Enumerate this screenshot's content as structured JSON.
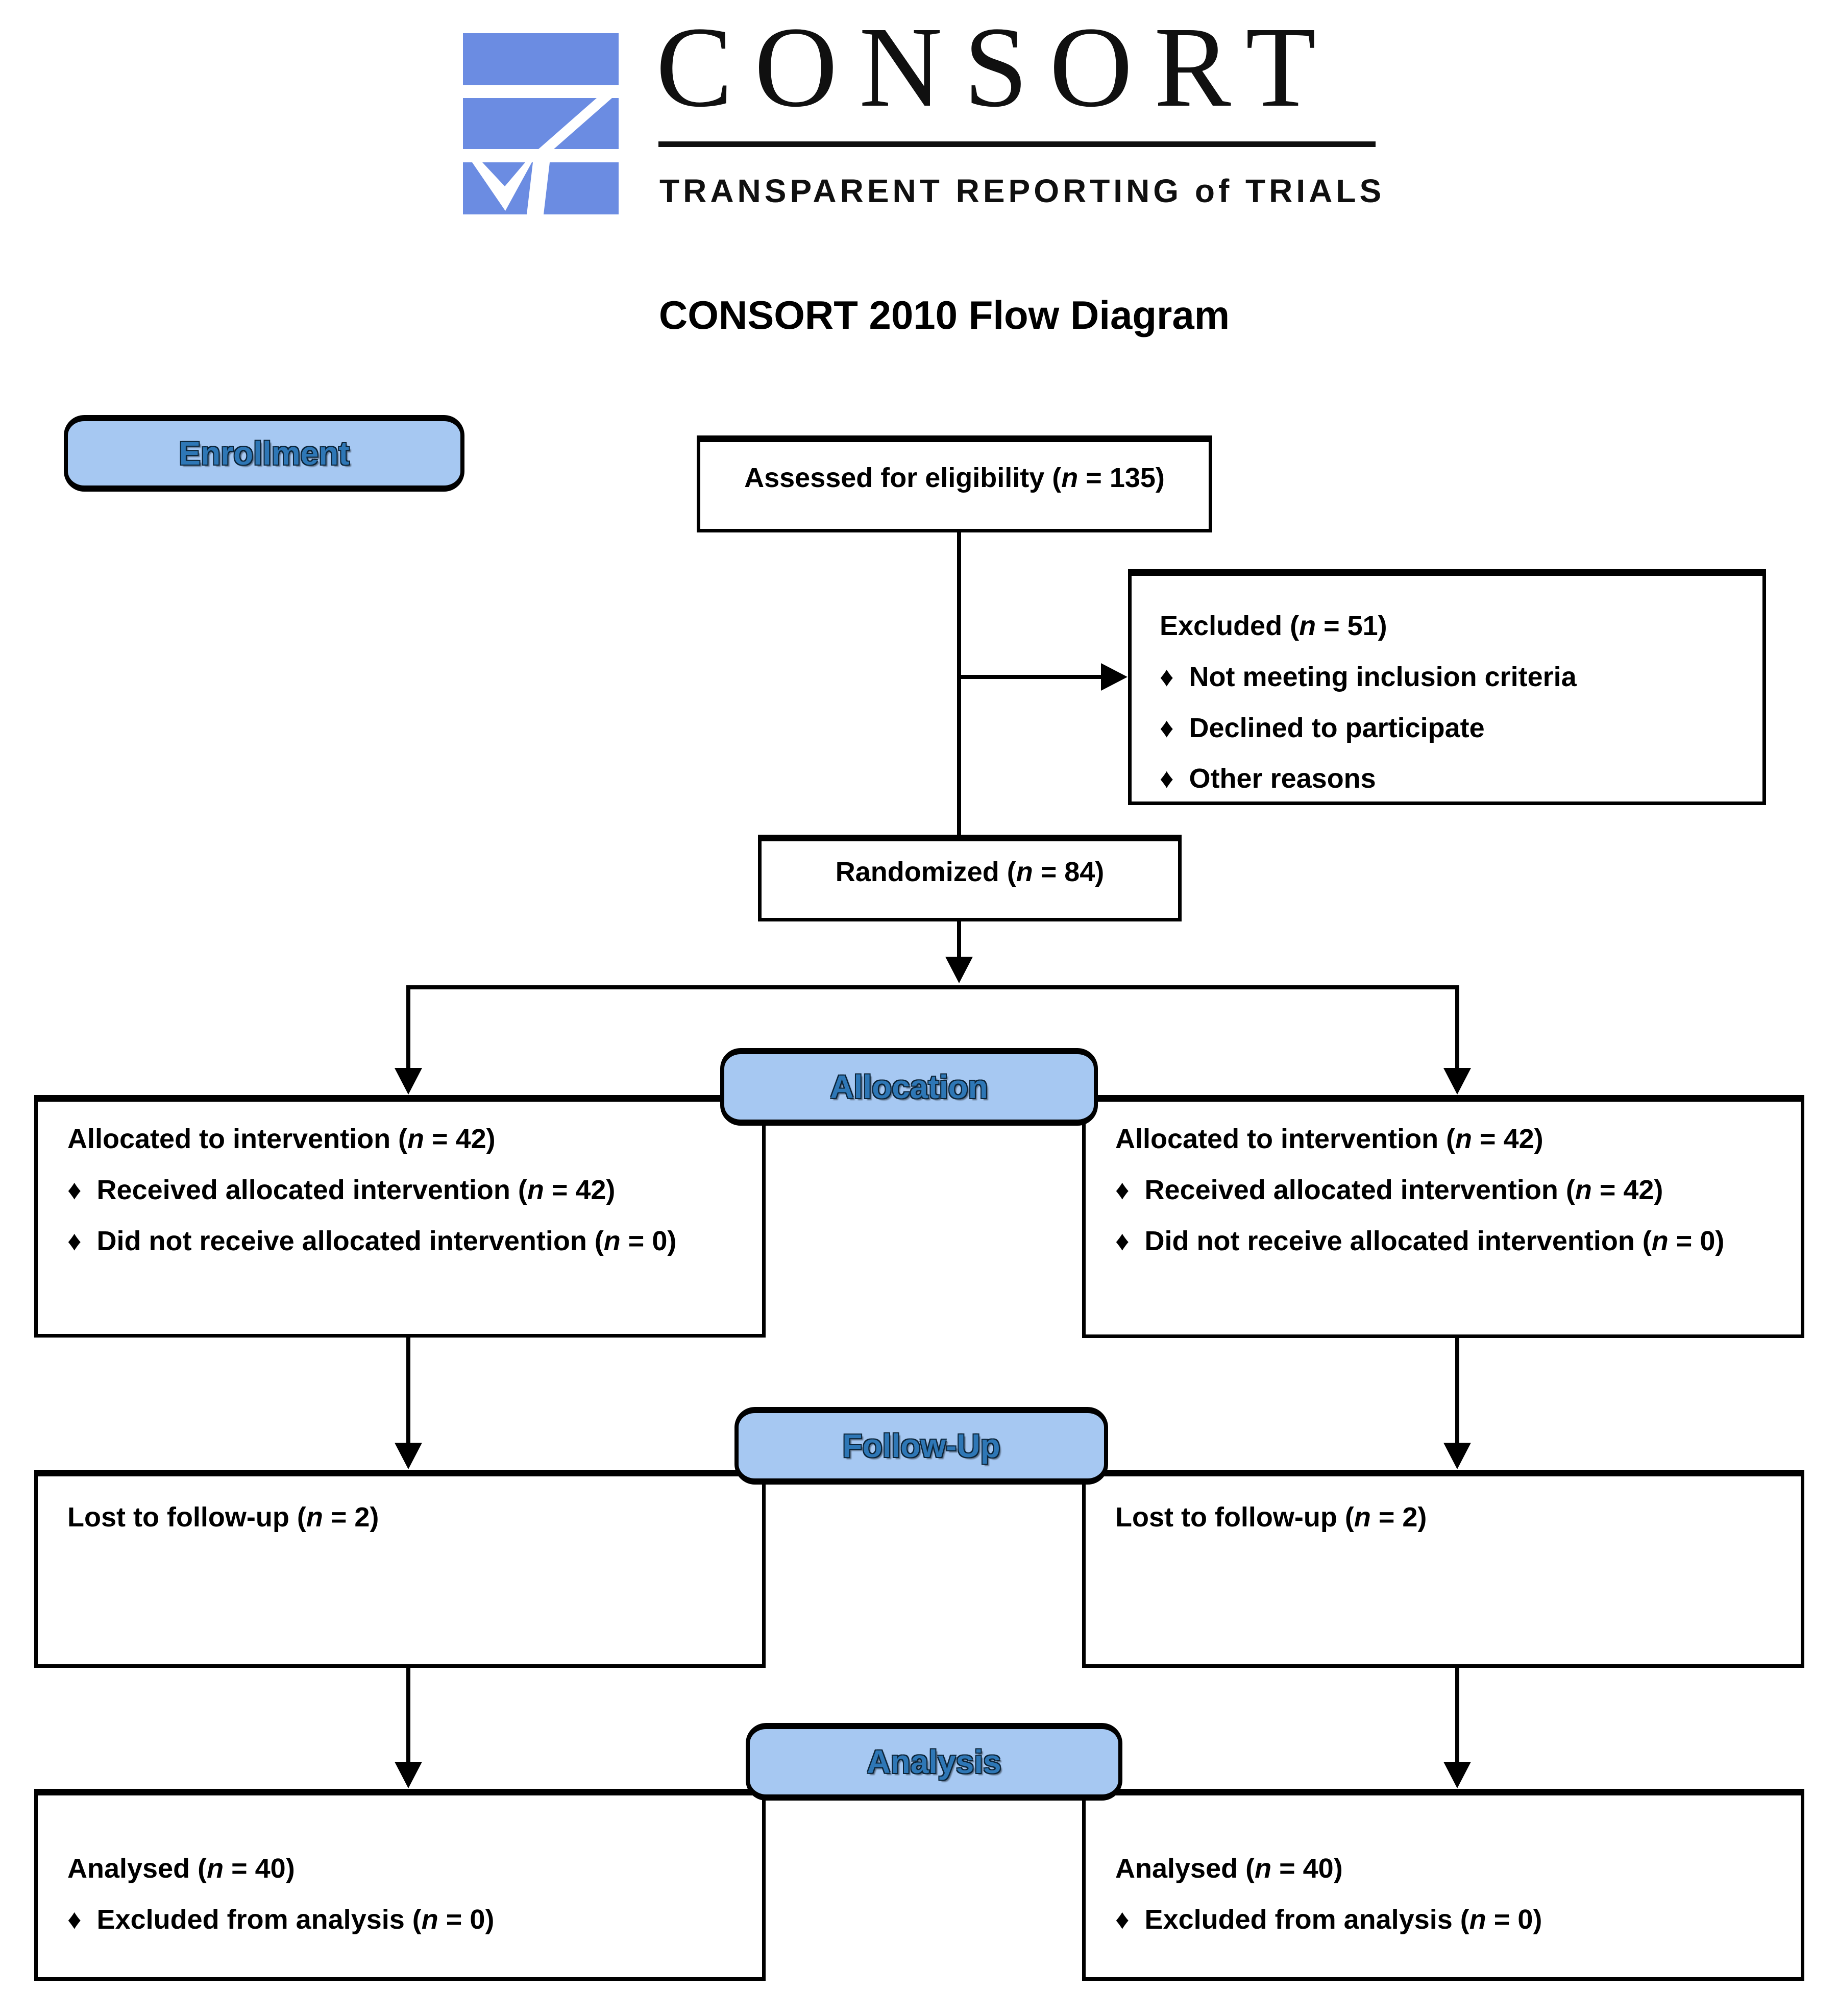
{
  "logo": {
    "wordmark": "CONSORT",
    "tagline": "TRANSPARENT REPORTING of TRIALS",
    "mark_color": "#6b8ce2"
  },
  "title": "CONSORT 2010 Flow Diagram",
  "colors": {
    "stage_fill": "#a6c8f2",
    "stage_text": "#2e77b6",
    "box_border": "#000000",
    "line": "#000000",
    "background": "#ffffff"
  },
  "stages": {
    "enrollment": "Enrollment",
    "allocation": "Allocation",
    "followup": "Follow-Up",
    "analysis": "Analysis"
  },
  "boxes": {
    "assessed": {
      "text": "Assessed for eligibility (n = 135)"
    },
    "excluded": {
      "title": "Excluded (n = 51)",
      "items": [
        "♦ Not meeting inclusion criteria",
        "♦ Declined to participate",
        "♦ Other reasons"
      ]
    },
    "randomized": {
      "text": "Randomized (n = 84)"
    },
    "allocation_left": {
      "title": "Allocated to intervention (n = 42)",
      "items": [
        "♦ Received allocated intervention (n = 42)",
        "♦ Did not receive allocated intervention (n = 0)"
      ]
    },
    "allocation_right": {
      "title": "Allocated to intervention (n = 42)",
      "items": [
        "♦ Received allocated intervention (n = 42)",
        "♦ Did not receive allocated intervention (n = 0)"
      ]
    },
    "followup_left": {
      "text": "Lost to follow-up (n = 2)"
    },
    "followup_right": {
      "text": "Lost to follow-up (n = 2)"
    },
    "analysis_left": {
      "title": "Analysed (n = 40)",
      "items": [
        "♦ Excluded from analysis (n = 0)"
      ]
    },
    "analysis_right": {
      "title": "Analysed (n = 40)",
      "items": [
        "♦ Excluded from analysis (n = 0)"
      ]
    }
  }
}
